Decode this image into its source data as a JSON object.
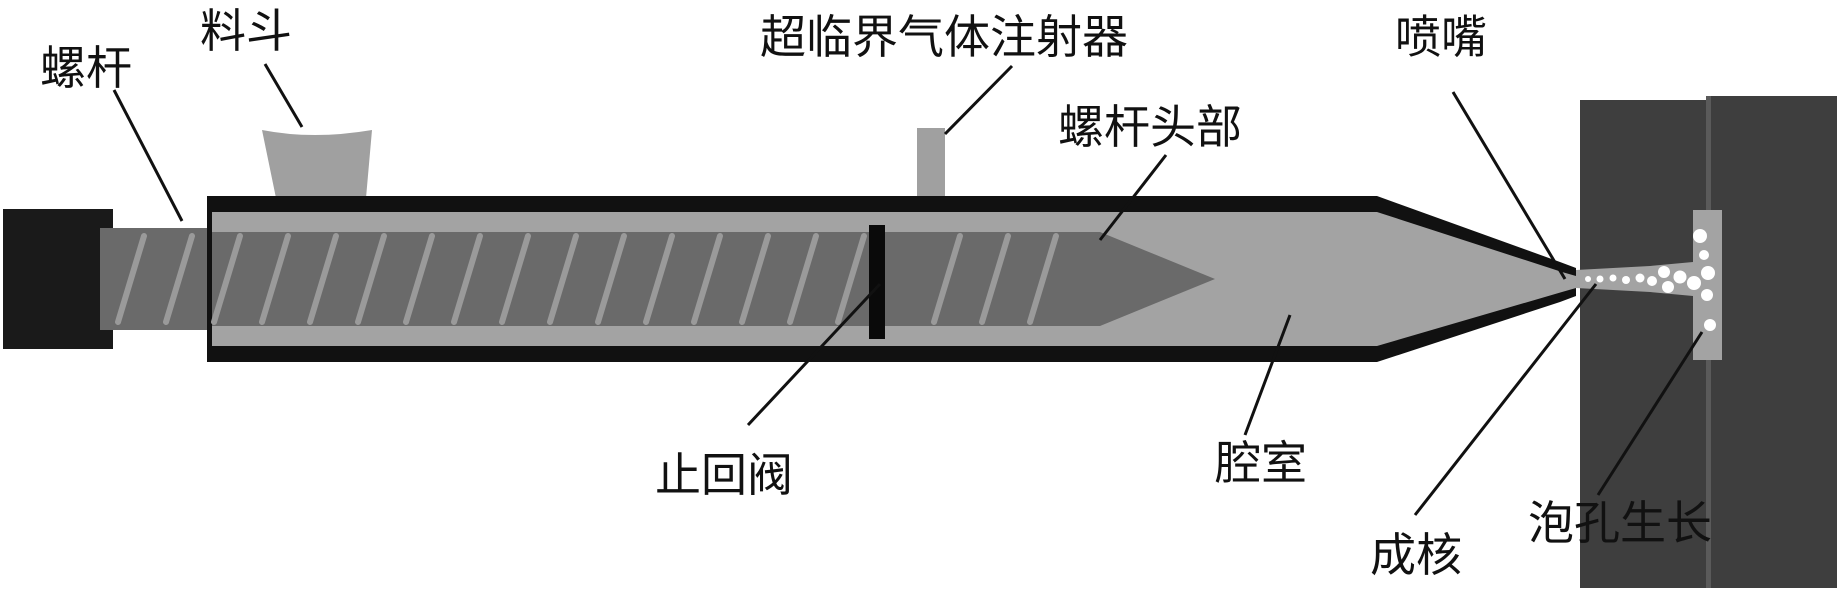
{
  "diagram": {
    "title": "",
    "labels": {
      "screw": "螺杆",
      "hopper": "料斗",
      "scf_injector": "超临界气体注射器",
      "nozzle": "喷嘴",
      "screw_tip": "螺杆头部",
      "check_valve": "止回阀",
      "chamber": "腔室",
      "nucleation": "成核",
      "cell_growth": "泡孔生长"
    },
    "colors": {
      "barrel": "#111111",
      "melt": "#a3a3a3",
      "screw": "#6a6a6a",
      "flight": "#9a9a9a",
      "mold": "#3e3e3e",
      "hopper": "#a0a0a0",
      "drive": "#1a1a1a"
    }
  }
}
